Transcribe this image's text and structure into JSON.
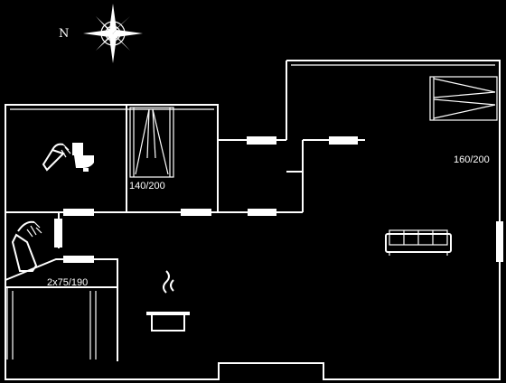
{
  "compass": {
    "label": "N"
  },
  "rooms": {
    "bedroom_main": {
      "bed_size": "160/200"
    },
    "bedroom_small": {
      "bed_size": "140/200"
    },
    "bunk_room": {
      "bed_size": "2x75/190"
    }
  },
  "icons": {
    "compass": "compass-rose-icon",
    "bath": "bathtub-shower-icon",
    "toilet": "toilet-icon",
    "shower": "shower-icon",
    "sofa": "sofa-icon",
    "kitchen": "cooking-pot-icon"
  },
  "colors": {
    "background": "#000000",
    "lines": "#ffffff"
  }
}
